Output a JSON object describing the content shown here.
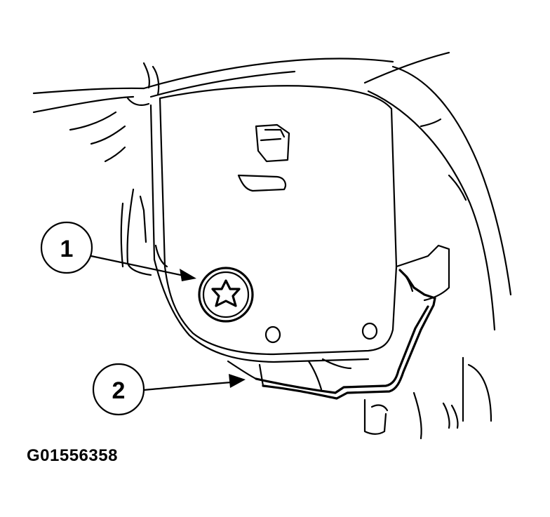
{
  "callouts": [
    {
      "number": "1",
      "target": "torx-screw"
    },
    {
      "number": "2",
      "target": "mounting-bracket"
    }
  ],
  "figure_id": "G01556358",
  "colors": {
    "line": "#000000",
    "background": "#ffffff"
  }
}
